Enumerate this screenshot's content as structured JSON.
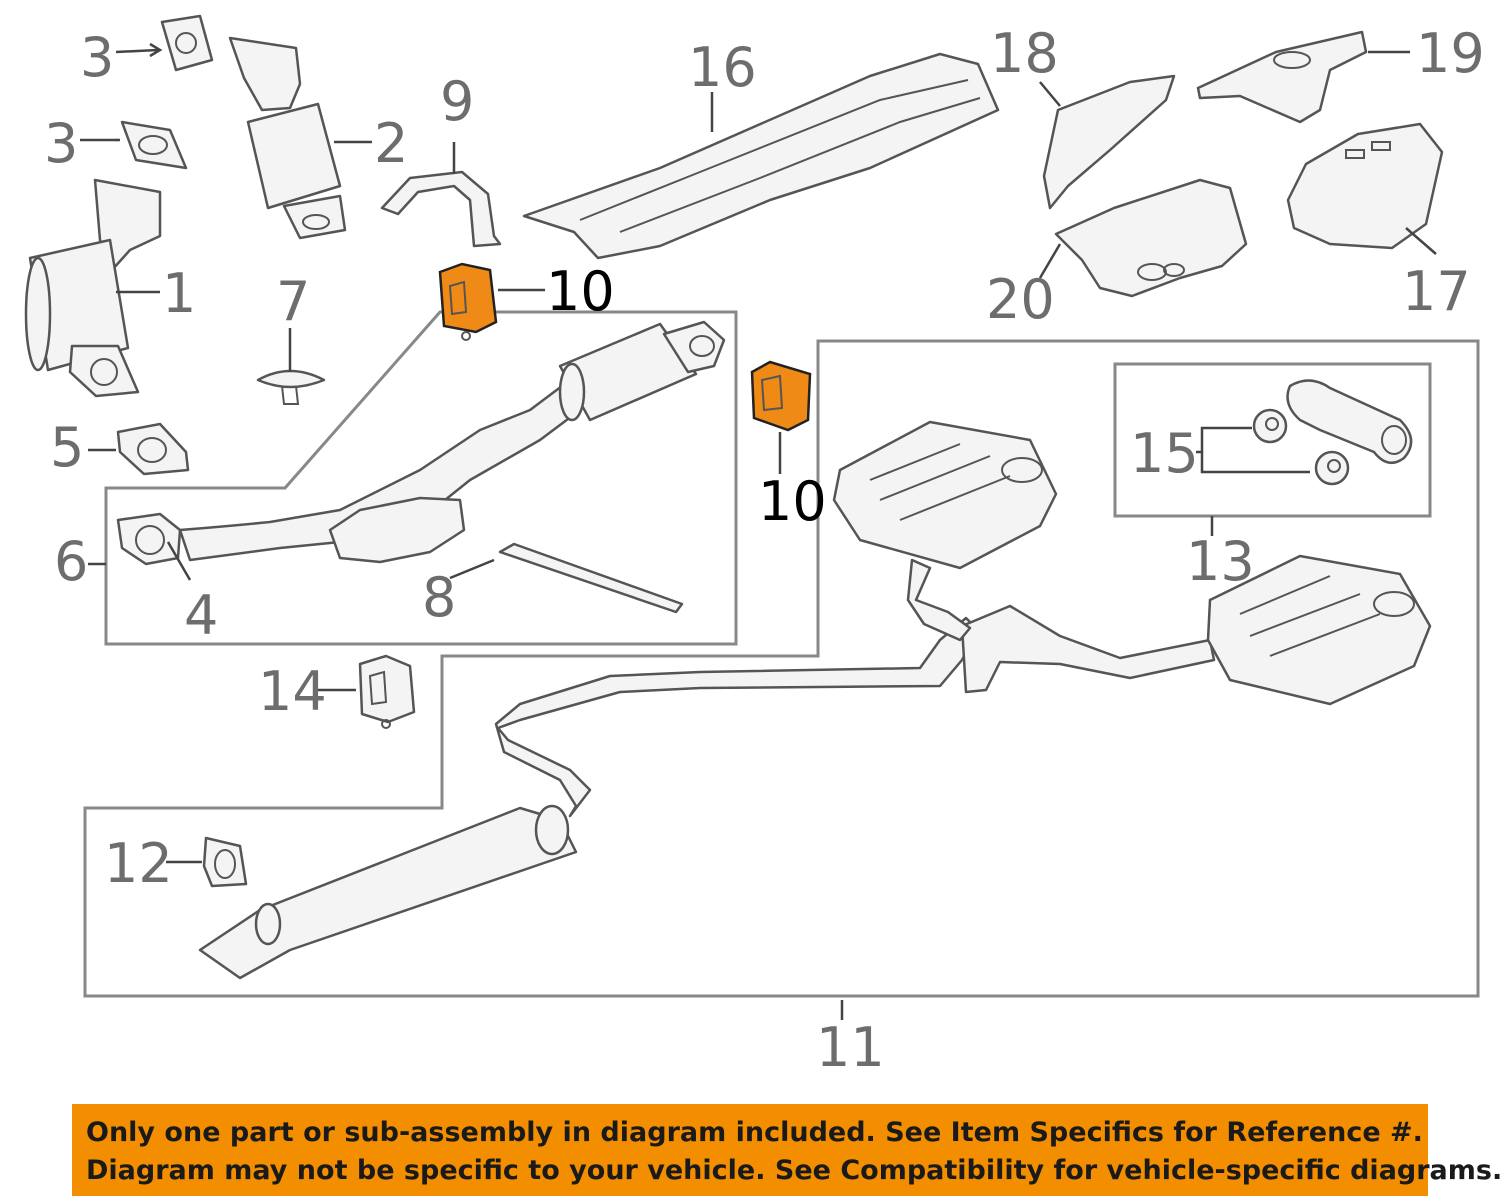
{
  "callouts": {
    "c1": "1",
    "c2": "2",
    "c3a": "3",
    "c3b": "3",
    "c4": "4",
    "c5": "5",
    "c6": "6",
    "c7": "7",
    "c8": "8",
    "c9": "9",
    "c10a": "10",
    "c10b": "10",
    "c11": "11",
    "c12": "12",
    "c13": "13",
    "c14": "14",
    "c15": "15",
    "c16": "16",
    "c17": "17",
    "c18": "18",
    "c19": "19",
    "c20": "20"
  },
  "highlight_color": "#ef8a17",
  "notice": {
    "line1": "Only one part or sub-assembly in diagram included. See Item Specifics for Reference #.",
    "line2": "Diagram may not be specific to your vehicle. See Compatibility for vehicle-specific diagrams.",
    "background": "#f28e00"
  }
}
